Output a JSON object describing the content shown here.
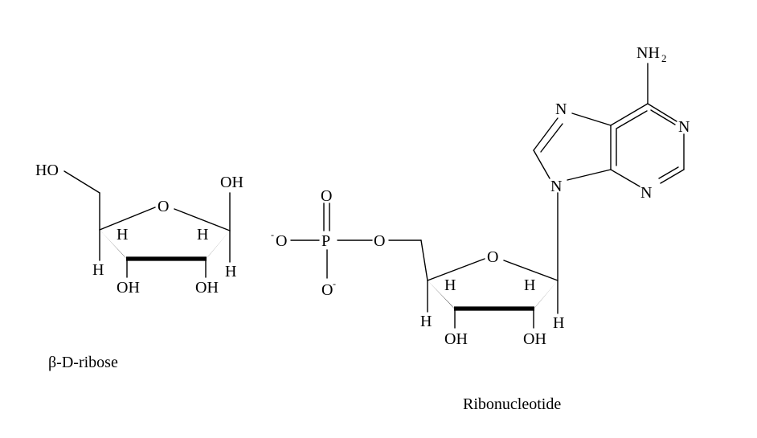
{
  "ribose": {
    "caption": "β-D-ribose",
    "labels": {
      "ho": "HO",
      "oh_c1": "OH",
      "ring_o": "O",
      "h_c4_up": "H",
      "h_c1_up": "H",
      "h_c4_down": "H",
      "h_c1_down": "H",
      "oh_c3": "OH",
      "oh_c2": "OH"
    }
  },
  "nucleotide": {
    "caption": "Ribonucleotide",
    "phosphate": {
      "o_top": "O",
      "o_left": "O",
      "o_left_charge": "-",
      "p": "P",
      "o_bottom": "O",
      "o_bottom_charge": "-",
      "o_ester": "O"
    },
    "sugar": {
      "ring_o": "O",
      "h_c4_up": "H",
      "h_c1_up": "H",
      "h_c4_down": "H",
      "h_c1_down": "H",
      "oh_c3": "OH",
      "oh_c2": "OH"
    },
    "base": {
      "nh2_main": "NH",
      "nh2_sub": "2",
      "n7": "N",
      "n1": "N",
      "n9": "N",
      "n3": "N"
    }
  }
}
